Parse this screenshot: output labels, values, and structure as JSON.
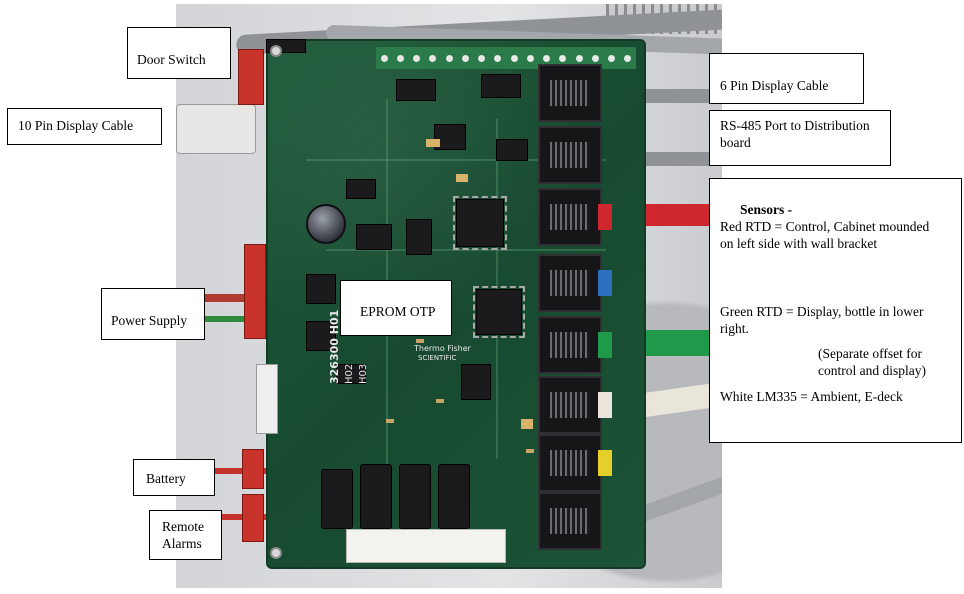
{
  "labels": {
    "door_switch": "Door Switch",
    "ten_pin_display_cable": "10 Pin Display Cable",
    "six_pin_display_cable": "6 Pin Display Cable",
    "rs485_line1": "RS-485 Port to Distribution",
    "rs485_line2": "board",
    "power_supply": "Power Supply",
    "eprom_otp": "EPROM OTP",
    "battery": "Battery",
    "remote_alarms_line1": "Remote",
    "remote_alarms_line2": "Alarms"
  },
  "sensors": {
    "heading": "Sensors -",
    "red_line1": "Red  RTD = Control, Cabinet mounded",
    "red_line2": "on left side with wall bracket",
    "green_line1": "Green RTD = Display, bottle in lower",
    "green_line2": "right.",
    "offset_line1": "(Separate offset for",
    "offset_line2": "control and display)",
    "white_line": "White LM335 = Ambient, E-deck"
  },
  "board_silkscreen": {
    "part_number": "326300 H01",
    "maker_line1": "Thermo Fisher",
    "maker_line2": "SCIENTIFIC",
    "h02": "H02",
    "h03": "H03"
  },
  "colors": {
    "sensor_red": "#d0262e",
    "sensor_blue": "#2f6fc0",
    "sensor_green": "#1f9a4a",
    "sensor_yellow": "#e5d02a",
    "cable_grey": "#8f9296",
    "cable_white": "#e9e5da"
  }
}
